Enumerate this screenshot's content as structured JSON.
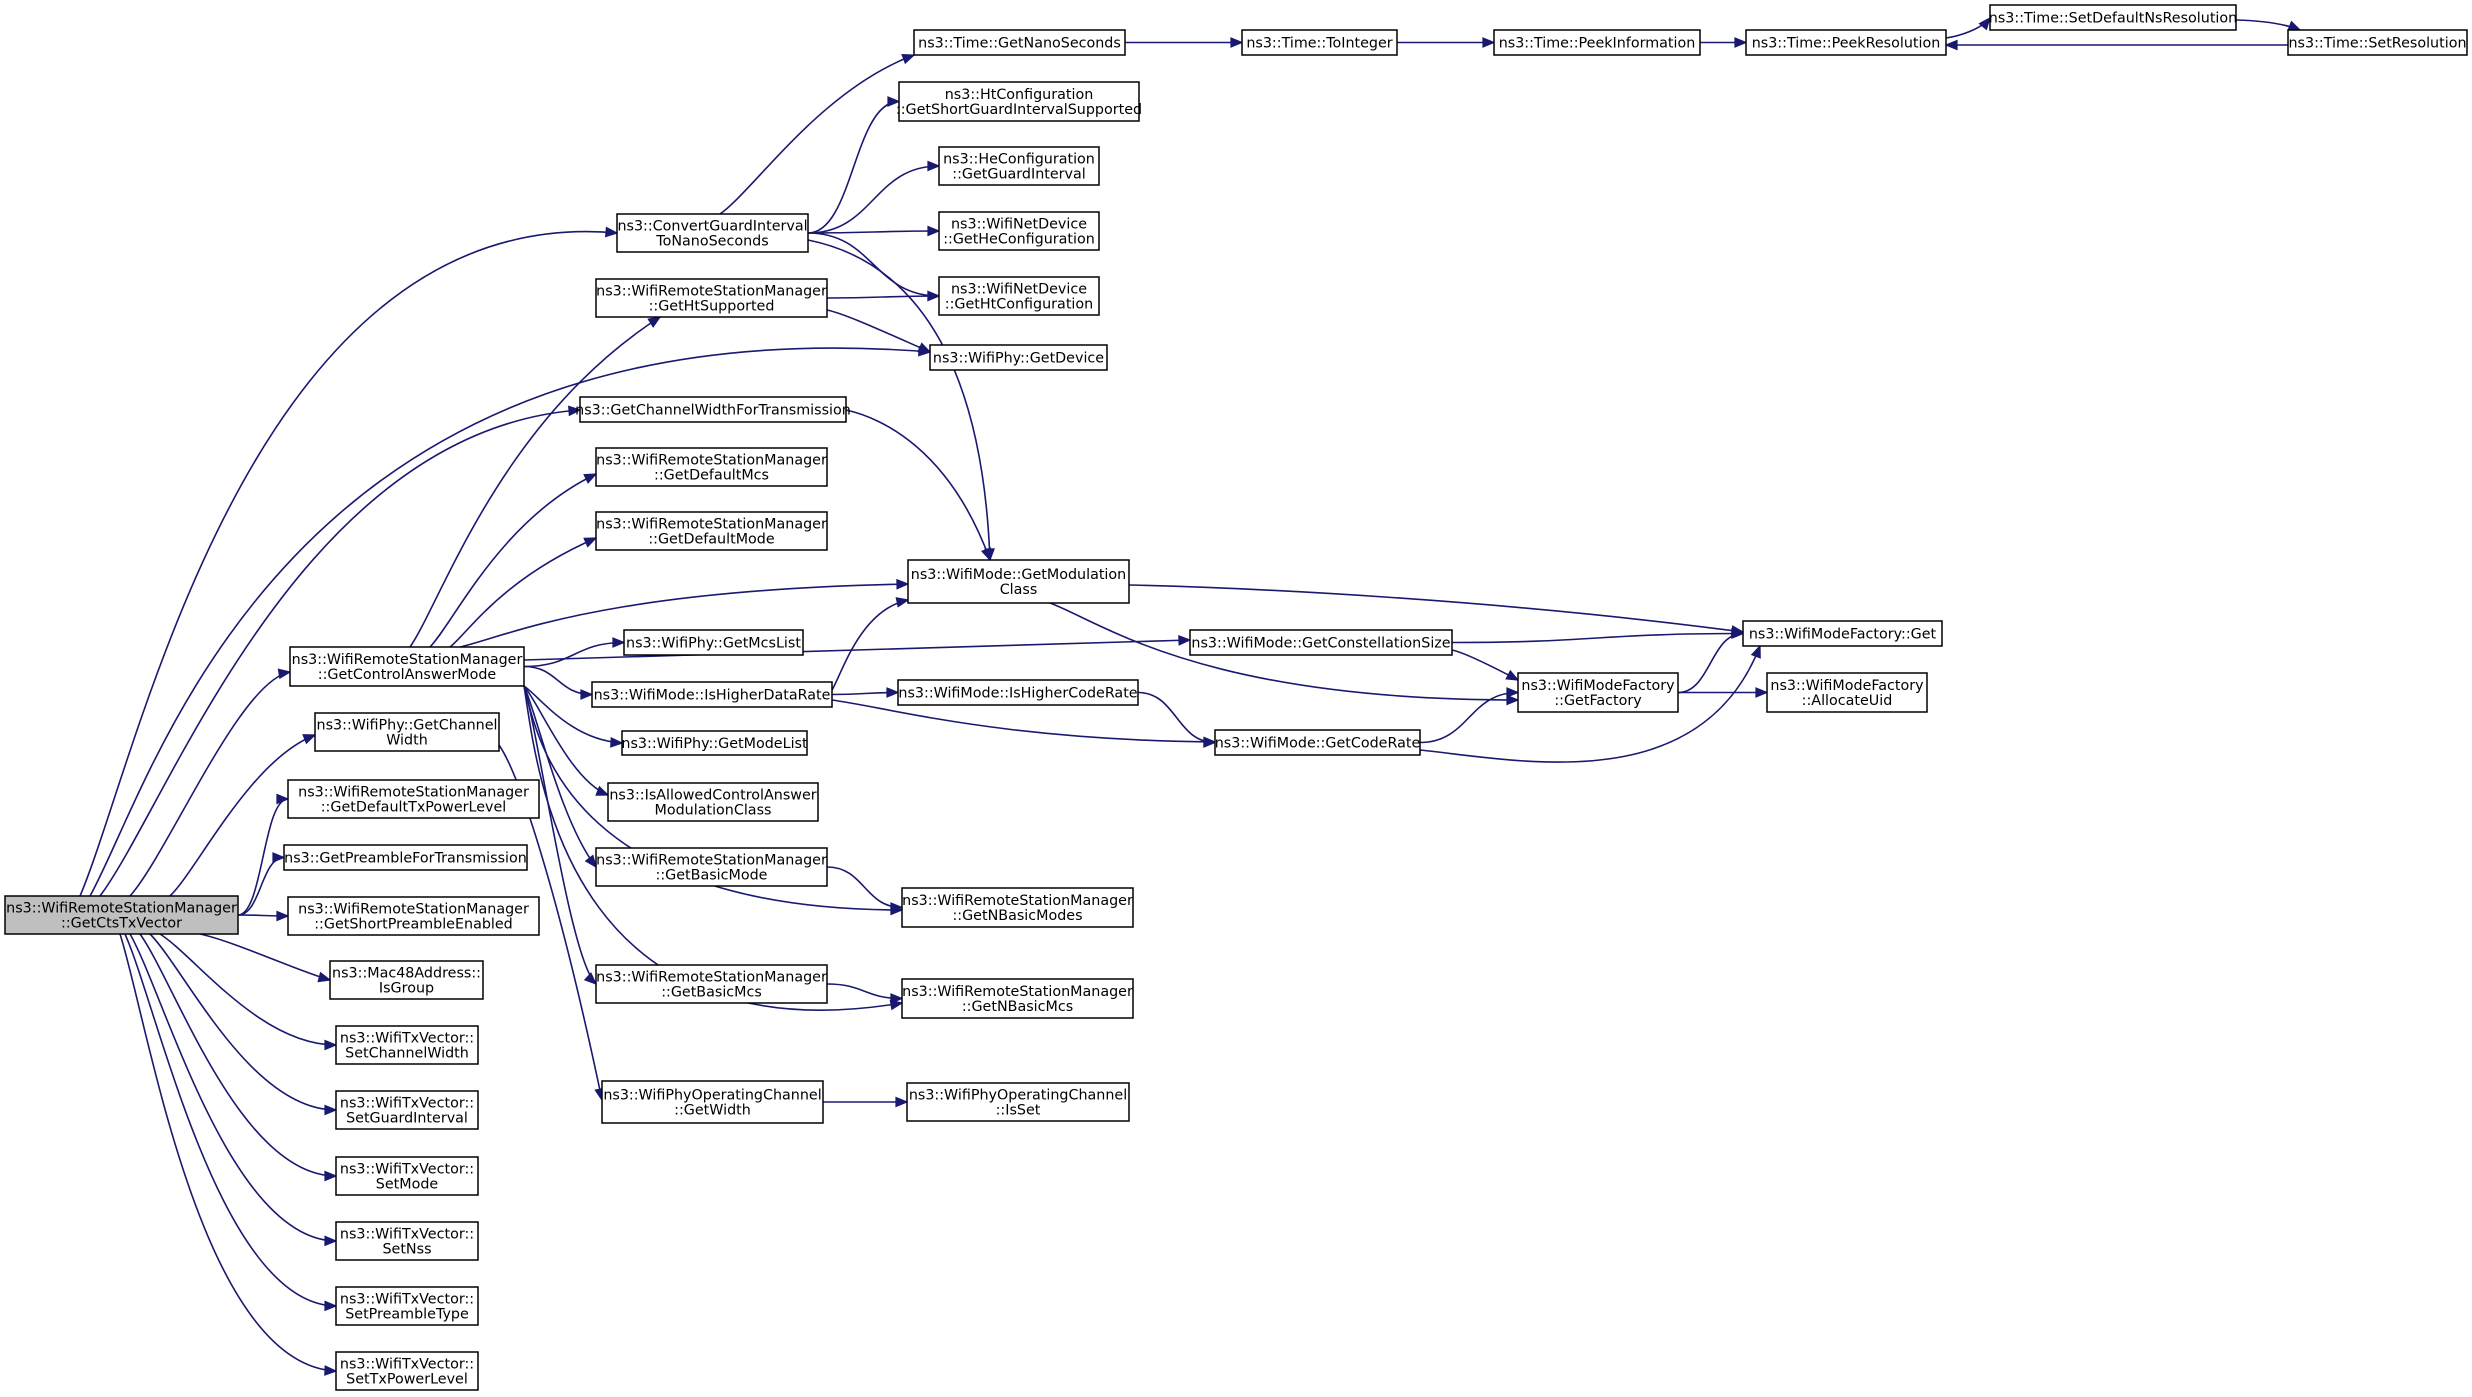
{
  "nodes": {
    "root": [
      "ns3::WifiRemoteStationManager",
      "::GetCtsTxVector"
    ],
    "cgi": [
      "ns3::ConvertGuardInterval",
      "ToNanoSeconds"
    ],
    "ghtsup": [
      "ns3::WifiRemoteStationManager",
      "::GetHtSupported"
    ],
    "getdev": [
      "ns3::WifiPhy::GetDevice"
    ],
    "cwft": [
      "ns3::GetChannelWidthForTransmission"
    ],
    "gdmcs": [
      "ns3::WifiRemoteStationManager",
      "::GetDefaultMcs"
    ],
    "gdmode": [
      "ns3::WifiRemoteStationManager",
      "::GetDefaultMode"
    ],
    "gcam": [
      "ns3::WifiRemoteStationManager",
      "::GetControlAnswerMode"
    ],
    "gmcslist": [
      "ns3::WifiPhy::GetMcsList"
    ],
    "ihdr": [
      "ns3::WifiMode::IsHigherDataRate"
    ],
    "gmodelist": [
      "ns3::WifiPhy::GetModeList"
    ],
    "iacam": [
      "ns3::IsAllowedControlAnswer",
      "ModulationClass"
    ],
    "gbmode": [
      "ns3::WifiRemoteStationManager",
      "::GetBasicMode"
    ],
    "gbmcs": [
      "ns3::WifiRemoteStationManager",
      "::GetBasicMcs"
    ],
    "gchw": [
      "ns3::WifiPhy::GetChannel",
      "Width"
    ],
    "gdtpl": [
      "ns3::WifiRemoteStationManager",
      "::GetDefaultTxPowerLevel"
    ],
    "gpft": [
      "ns3::GetPreambleForTransmission"
    ],
    "gspe": [
      "ns3::WifiRemoteStationManager",
      "::GetShortPreambleEnabled"
    ],
    "isgroup": [
      "ns3::Mac48Address::",
      "IsGroup"
    ],
    "schw": [
      "ns3::WifiTxVector::",
      "SetChannelWidth"
    ],
    "sgi": [
      "ns3::WifiTxVector::",
      "SetGuardInterval"
    ],
    "smode": [
      "ns3::WifiTxVector::",
      "SetMode"
    ],
    "snss": [
      "ns3::WifiTxVector::",
      "SetNss"
    ],
    "spt": [
      "ns3::WifiTxVector::",
      "SetPreambleType"
    ],
    "stpl": [
      "ns3::WifiTxVector::",
      "SetTxPowerLevel"
    ],
    "gns": [
      "ns3::Time::GetNanoSeconds"
    ],
    "hcgsgi": [
      "ns3::HtConfiguration",
      "::GetShortGuardIntervalSupported"
    ],
    "hegi": [
      "ns3::HeConfiguration",
      "::GetGuardInterval"
    ],
    "ndhe": [
      "ns3::WifiNetDevice",
      "::GetHeConfiguration"
    ],
    "ndht": [
      "ns3::WifiNetDevice",
      "::GetHtConfiguration"
    ],
    "gmc": [
      "ns3::WifiMode::GetModulation",
      "Class"
    ],
    "gcs": [
      "ns3::WifiMode::GetConstellationSize"
    ],
    "ihcr": [
      "ns3::WifiMode::IsHigherCodeRate"
    ],
    "gcr": [
      "ns3::WifiMode::GetCodeRate"
    ],
    "gnbmodes": [
      "ns3::WifiRemoteStationManager",
      "::GetNBasicModes"
    ],
    "gnbmcs": [
      "ns3::WifiRemoteStationManager",
      "::GetNBasicMcs"
    ],
    "pocgw": [
      "ns3::WifiPhyOperatingChannel",
      "::GetWidth"
    ],
    "pocis": [
      "ns3::WifiPhyOperatingChannel",
      "::IsSet"
    ],
    "toint": [
      "ns3::Time::ToInteger"
    ],
    "peekinfo": [
      "ns3::Time::PeekInformation"
    ],
    "peekres": [
      "ns3::Time::PeekResolution"
    ],
    "sdnr": [
      "ns3::Time::SetDefaultNsResolution"
    ],
    "setres": [
      "ns3::Time::SetResolution"
    ],
    "gfactory": [
      "ns3::WifiModeFactory",
      "::GetFactory"
    ],
    "wmfget": [
      "ns3::WifiModeFactory::Get"
    ],
    "allocuid": [
      "ns3::WifiModeFactory",
      "::AllocateUid"
    ]
  },
  "edges": [
    [
      "root",
      "cgi"
    ],
    [
      "root",
      "getdev"
    ],
    [
      "root",
      "cwft"
    ],
    [
      "root",
      "gcam"
    ],
    [
      "root",
      "gchw"
    ],
    [
      "root",
      "gdtpl"
    ],
    [
      "root",
      "gpft"
    ],
    [
      "root",
      "gspe"
    ],
    [
      "root",
      "isgroup"
    ],
    [
      "root",
      "schw"
    ],
    [
      "root",
      "sgi"
    ],
    [
      "root",
      "smode"
    ],
    [
      "root",
      "snss"
    ],
    [
      "root",
      "spt"
    ],
    [
      "root",
      "stpl"
    ],
    [
      "cgi",
      "gns"
    ],
    [
      "cgi",
      "hcgsgi"
    ],
    [
      "cgi",
      "hegi"
    ],
    [
      "cgi",
      "ndhe"
    ],
    [
      "cgi",
      "ndht"
    ],
    [
      "cgi",
      "gmc"
    ],
    [
      "ghtsup",
      "ndht"
    ],
    [
      "ghtsup",
      "getdev"
    ],
    [
      "cwft",
      "gmc"
    ],
    [
      "gcam",
      "ghtsup"
    ],
    [
      "gcam",
      "gdmcs"
    ],
    [
      "gcam",
      "gdmode"
    ],
    [
      "gcam",
      "gmc"
    ],
    [
      "gcam",
      "gmcslist"
    ],
    [
      "gcam",
      "ihdr"
    ],
    [
      "gcam",
      "gmodelist"
    ],
    [
      "gcam",
      "iacam"
    ],
    [
      "gcam",
      "gbmode"
    ],
    [
      "gcam",
      "gbmcs"
    ],
    [
      "gcam",
      "gnbmodes"
    ],
    [
      "gcam",
      "gnbmcs"
    ],
    [
      "gcam",
      "gcs"
    ],
    [
      "ihdr",
      "gmc"
    ],
    [
      "ihdr",
      "ihcr"
    ],
    [
      "ihdr",
      "gcr"
    ],
    [
      "gchw",
      "pocgw"
    ],
    [
      "gbmode",
      "gnbmodes"
    ],
    [
      "gbmcs",
      "gnbmcs"
    ],
    [
      "pocgw",
      "pocis"
    ],
    [
      "gns",
      "toint"
    ],
    [
      "toint",
      "peekinfo"
    ],
    [
      "peekinfo",
      "peekres"
    ],
    [
      "peekres",
      "sdnr"
    ],
    [
      "sdnr",
      "setres"
    ],
    [
      "setres",
      "peekres"
    ],
    [
      "gmc",
      "wmfget"
    ],
    [
      "gmc",
      "gfactory"
    ],
    [
      "gcs",
      "wmfget"
    ],
    [
      "gcs",
      "gfactory"
    ],
    [
      "ihcr",
      "gcr"
    ],
    [
      "gcr",
      "gfactory"
    ],
    [
      "gcr",
      "wmfget"
    ],
    [
      "gfactory",
      "wmfget"
    ],
    [
      "gfactory",
      "allocuid"
    ]
  ]
}
